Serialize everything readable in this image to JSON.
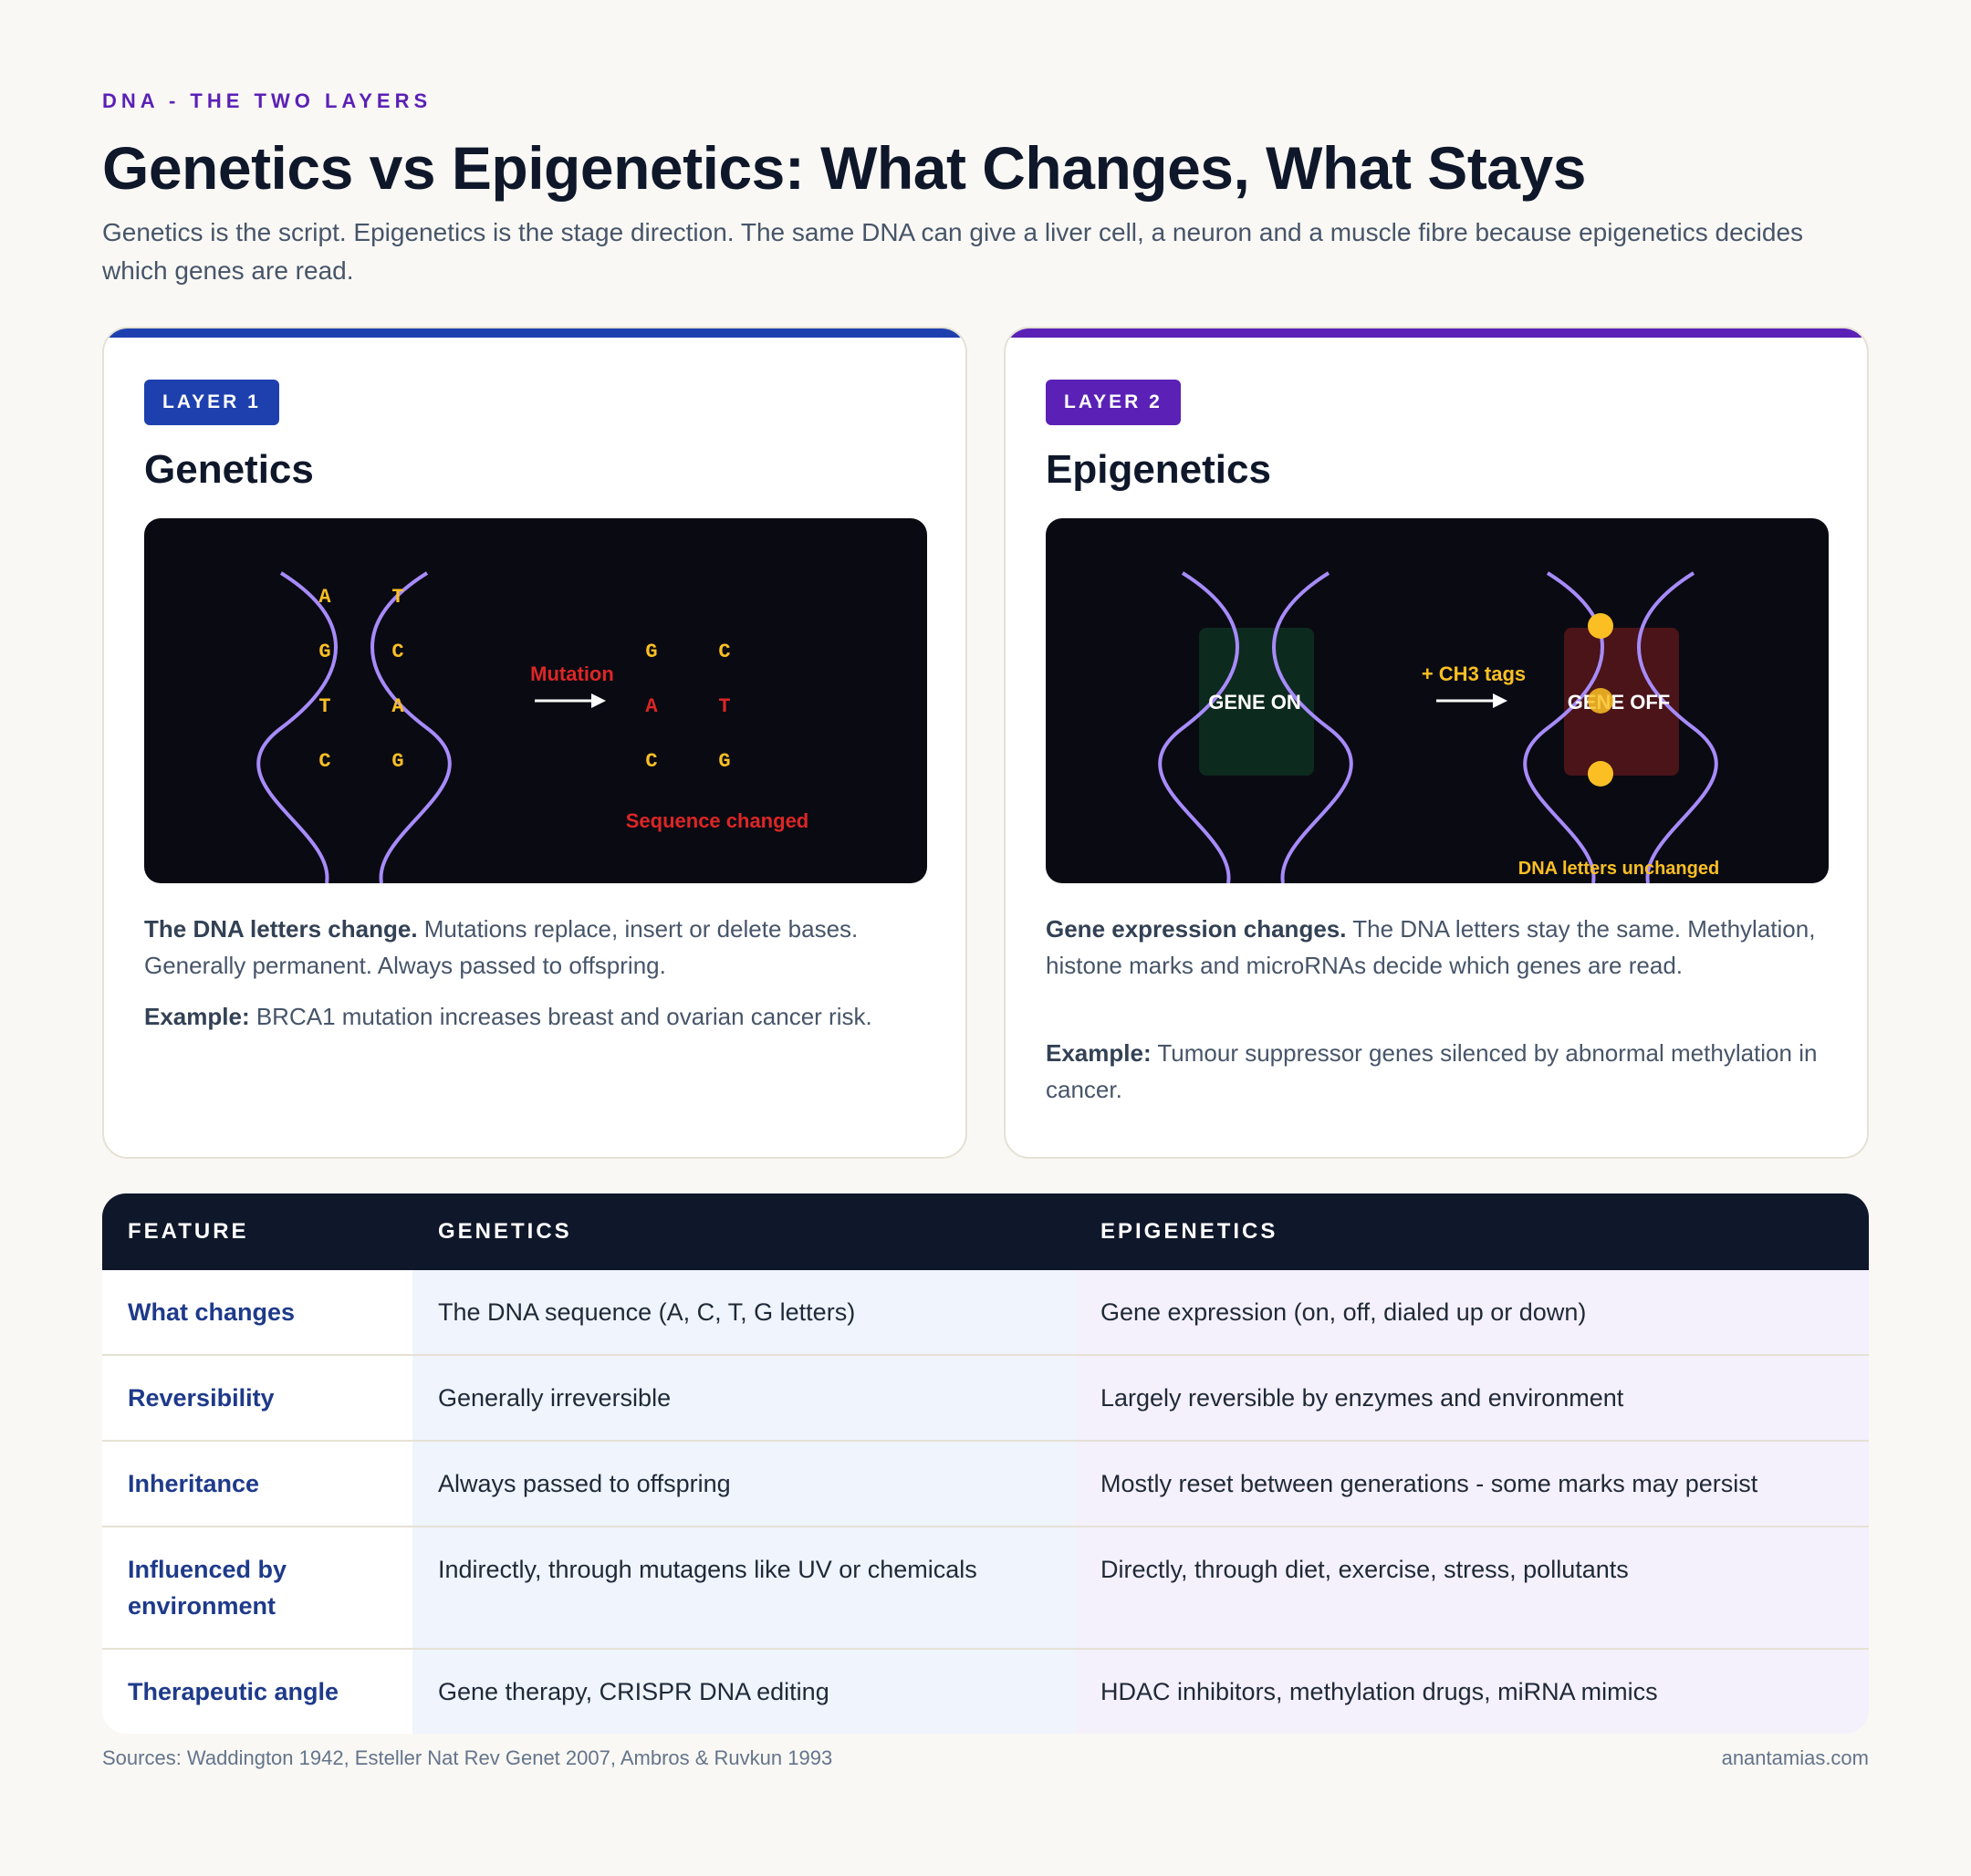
{
  "header": {
    "kicker": "DNA - THE TWO LAYERS",
    "title": "Genetics vs Epigenetics: What Changes, What Stays",
    "subtitle": "Genetics is the script. Epigenetics is the stage direction. The same DNA can give a liver cell, a neuron and a muscle fibre because epigenetics decides which genes are read."
  },
  "cards": {
    "genetics": {
      "badge": "LAYER 1",
      "heading": "Genetics",
      "diagram": {
        "original_left": [
          "A",
          "G",
          "T",
          "C"
        ],
        "original_right": [
          "T",
          "C",
          "A",
          "G"
        ],
        "mutated_left": [
          "G",
          "A",
          "C"
        ],
        "mutated_right": [
          "C",
          "T",
          "G"
        ],
        "arrow_label": "Mutation",
        "caption": "Sequence changed"
      },
      "desc_bold": "The DNA letters change.",
      "desc_text": " Mutations replace, insert or delete bases. Generally permanent. Always passed to offspring.",
      "example_bold": "Example:",
      "example_text": " BRCA1 mutation increases breast and ovarian cancer risk."
    },
    "epigenetics": {
      "badge": "LAYER 2",
      "heading": "Epigenetics",
      "diagram": {
        "gene_on": "GENE ON",
        "gene_off": "GENE OFF",
        "arrow_label": "+ CH3 tags",
        "caption": "DNA letters unchanged"
      },
      "desc_bold": "Gene expression changes.",
      "desc_text": " The DNA letters stay the same. Methylation, histone marks and microRNAs decide which genes are read.",
      "example_bold": "Example:",
      "example_text": " Tumour suppressor genes silenced by abnormal methylation in cancer."
    }
  },
  "table": {
    "headers": [
      "FEATURE",
      "GENETICS",
      "EPIGENETICS"
    ],
    "rows": [
      [
        "What changes",
        "The DNA sequence (A, C, T, G letters)",
        "Gene expression (on, off, dialed up or down)"
      ],
      [
        "Reversibility",
        "Generally irreversible",
        "Largely reversible by enzymes and environment"
      ],
      [
        "Inheritance",
        "Always passed to offspring",
        "Mostly reset between generations - some marks may persist"
      ],
      [
        "Influenced by environment",
        "Indirectly, through mutagens like UV or chemicals",
        "Directly, through diet, exercise, stress, pollutants"
      ],
      [
        "Therapeutic angle",
        "Gene therapy, CRISPR DNA editing",
        "HDAC inhibitors, methylation drugs, miRNA mimics"
      ]
    ]
  },
  "footer": {
    "sources": "Sources: Waddington 1942, Esteller Nat Rev Genet 2007, Ambros & Ruvkun 1993",
    "site": "anantamias.com"
  },
  "colors": {
    "genetics_accent": "#1e40af",
    "epigenetics_accent": "#5b21b6",
    "strand": "#a78bfa",
    "base": "#fbbf24",
    "mutation": "#dc2626",
    "methyl_tag": "#fbbf24"
  }
}
